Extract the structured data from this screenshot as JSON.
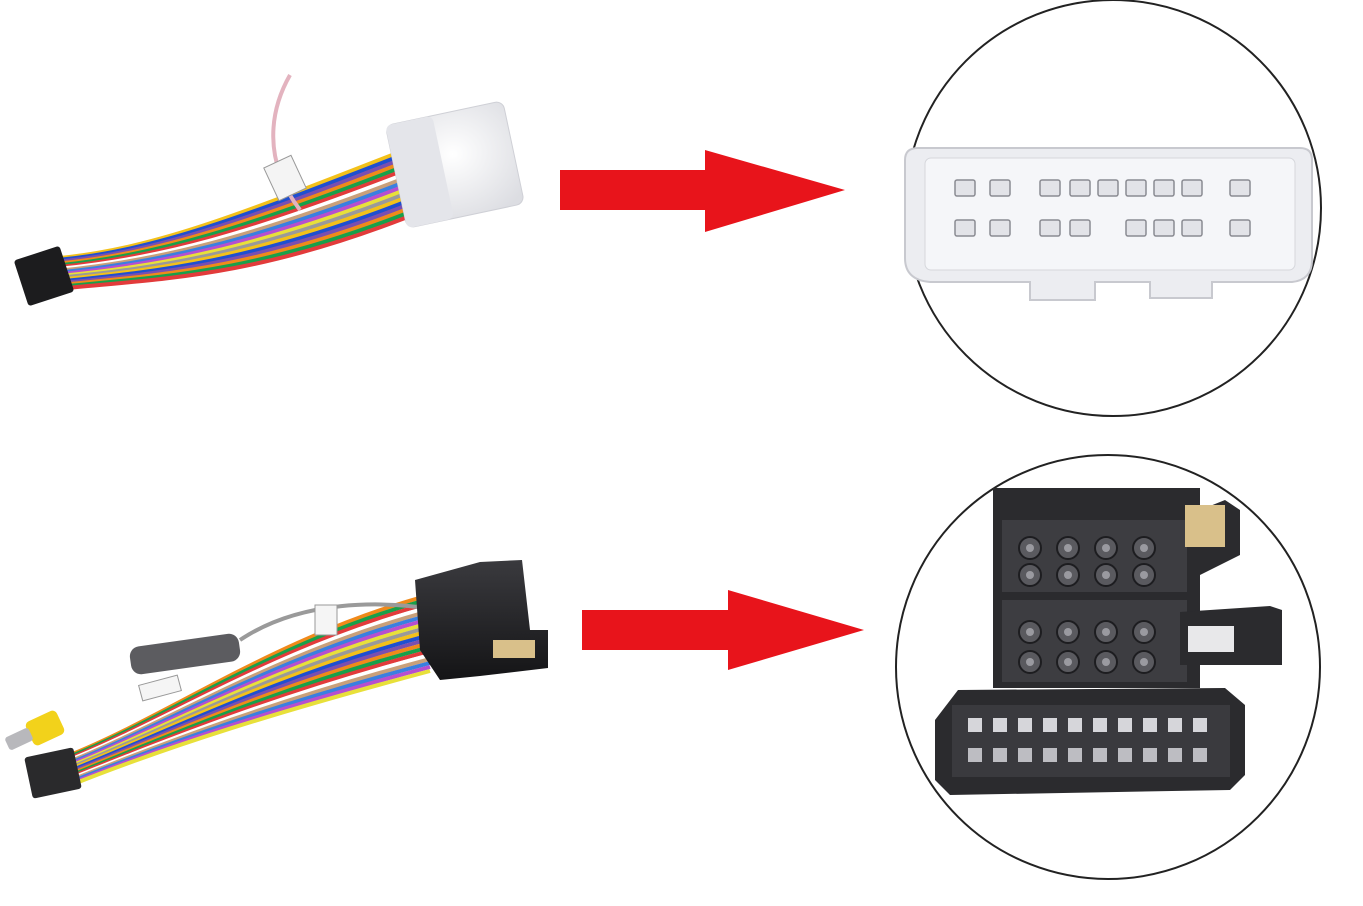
{
  "rows": [
    {
      "harness": {
        "name": "white-connector-wiring-harness",
        "plug_color": "#f2f2f4",
        "tail_plug_color": "#1c1c1e"
      },
      "arrow": {
        "color": "#e8141b"
      },
      "closeup": {
        "name": "white-connector-closeup",
        "connector_color": "#ecedf1"
      }
    },
    {
      "harness": {
        "name": "black-iso-connector-wiring-harness",
        "plug_color": "#1a1a1c",
        "tail_plug_color": "#2a2a2c",
        "rca_color": "#f2d21b"
      },
      "arrow": {
        "color": "#e8141b"
      },
      "closeup": {
        "name": "black-iso-connector-closeup",
        "connector_color": "#2b2b2e"
      }
    }
  ],
  "wire_colors": [
    "#f3c11a",
    "#1f4fd0",
    "#7a4fb0",
    "#f08a1a",
    "#18a04a",
    "#e23b3b",
    "#ffffff",
    "#c9a07a",
    "#3a7fe0",
    "#b64fd0",
    "#e8e03a",
    "#9a9a9a"
  ]
}
